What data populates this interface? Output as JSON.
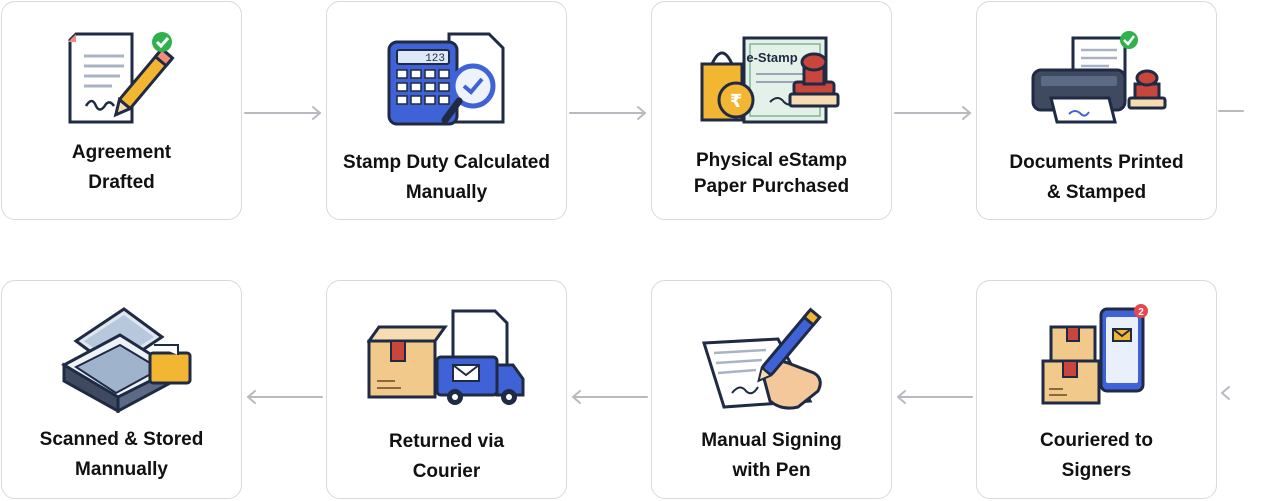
{
  "steps": [
    {
      "id": 1,
      "label_lines": [
        "Agreement",
        "Drafted"
      ],
      "icon": "agreement-document-pen-icon"
    },
    {
      "id": 2,
      "label_lines": [
        "Stamp Duty Calculated",
        "Manually"
      ],
      "icon": "calculator-magnifier-icon",
      "calculator_display": "123"
    },
    {
      "id": 3,
      "label_lines": [
        "Physical eStamp",
        "Paper Purchased"
      ],
      "icon": "estamp-paper-shopping-bag-icon",
      "estamp_text": "e-Stamp",
      "currency_symbol": "₹"
    },
    {
      "id": 4,
      "label_lines": [
        "Documents Printed",
        "& Stamped"
      ],
      "icon": "printer-stamp-icon"
    },
    {
      "id": 5,
      "label_lines": [
        "Couriered to",
        "Signers"
      ],
      "icon": "boxes-phone-notification-icon",
      "notification_count": "2"
    },
    {
      "id": 6,
      "label_lines": [
        "Manual Signing",
        "with Pen"
      ],
      "icon": "hand-signing-pen-icon"
    },
    {
      "id": 7,
      "label_lines": [
        "Returned via",
        "Courier"
      ],
      "icon": "delivery-truck-boxes-icon"
    },
    {
      "id": 8,
      "label_lines": [
        "Scanned & Stored",
        "Mannually"
      ],
      "icon": "scanner-folder-icon"
    }
  ],
  "colors": {
    "card_border": "#d9d9de",
    "arrow": "#b9b9bf",
    "text": "#111111",
    "accent_blue": "#3f63d6",
    "accent_green": "#2fb24e",
    "box_tan": "#f1c98a",
    "stamp_red": "#c9463d",
    "gold": "#f2b632"
  }
}
